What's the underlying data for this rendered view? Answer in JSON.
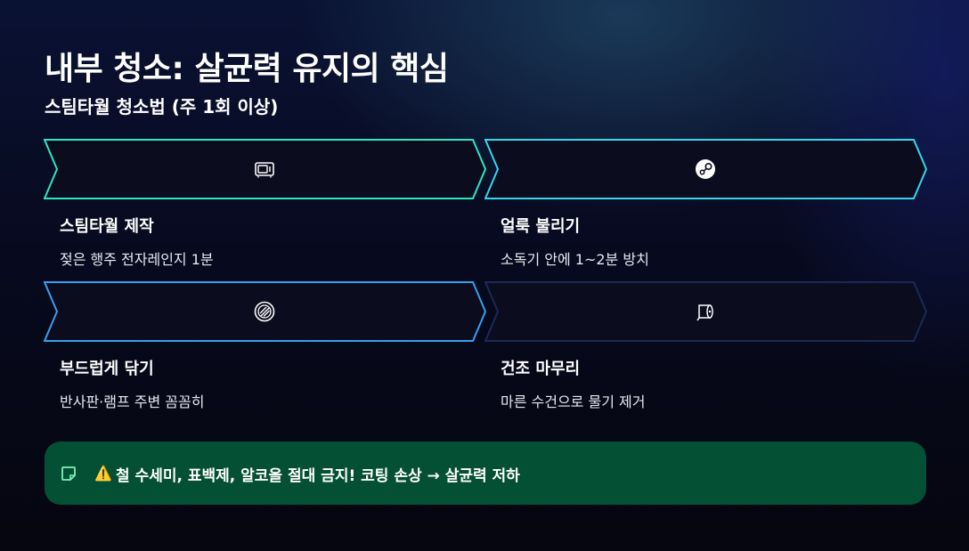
{
  "header": {
    "title": "내부 청소: 살균력 유지의 핵심",
    "subtitle": "스팀타월 청소법 (주 1회 이상)"
  },
  "steps": [
    {
      "title": "스팀타월 제작",
      "desc": "젖은 행주 전자레인지 1분",
      "icon": "microwave-icon",
      "color": "#2ee6c0"
    },
    {
      "title": "얼룩 불리기",
      "desc": "소독기 안에 1~2분 방치",
      "icon": "steam-icon",
      "color": "#35d7ee"
    },
    {
      "title": "부드럽게 닦기",
      "desc": "반사판·램프 주변 꼼꼼히",
      "icon": "wipe-circle-icon",
      "color": "#3a9ef0"
    },
    {
      "title": "건조 마무리",
      "desc": "마른 수건으로 물기 제거",
      "icon": "paper-towel-icon",
      "color": "#1a2a55"
    }
  ],
  "warning": {
    "icon": "warning-icon",
    "text": "철 수세미, 표백제, 알코올 절대 금지! 코팅 손상 → 살균력 저하",
    "background": "#045034"
  }
}
